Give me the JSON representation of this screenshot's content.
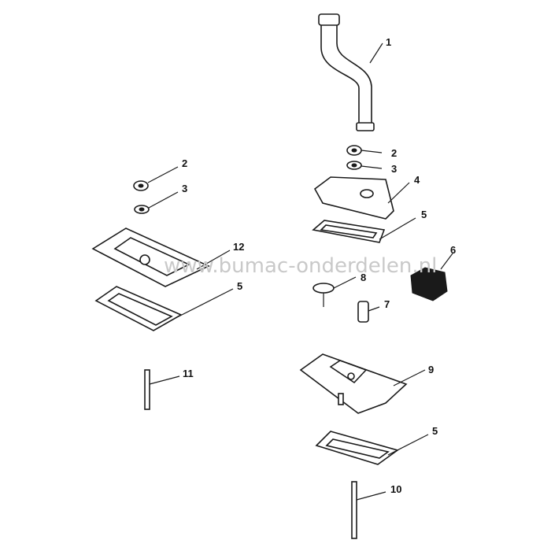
{
  "watermark": "www.bumac-onderdelen.nl",
  "callouts": {
    "c1": "1",
    "c2_right": "2",
    "c3_right": "3",
    "c4": "4",
    "c5_right_top": "5",
    "c6": "6",
    "c8": "8",
    "c7": "7",
    "c9": "9",
    "c5_right_bottom": "5",
    "c10": "10",
    "c2_left": "2",
    "c3_left": "3",
    "c12": "12",
    "c5_left": "5",
    "c11": "11"
  },
  "colors": {
    "ink": "#1a1a1a",
    "watermark": "#c9c9c9"
  }
}
